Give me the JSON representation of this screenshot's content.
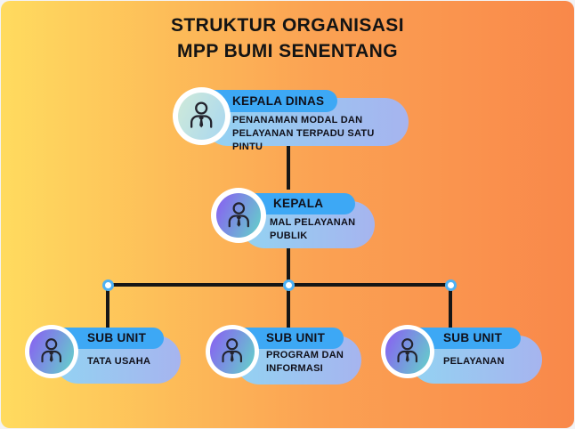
{
  "title": {
    "line1": "STRUKTUR ORGANISASI",
    "line2": "MPP BUMI SENENTANG"
  },
  "nodes": {
    "kepala_dinas": {
      "title": "KEPALA DINAS",
      "subtitle": "PENANAMAN MODAL DAN\nPELAYANAN TERPADU SATU PINTU"
    },
    "kepala_mpp": {
      "title": "KEPALA",
      "subtitle": "MAL PELAYANAN\nPUBLIK"
    },
    "sub_unit_tata_usaha": {
      "title": "SUB UNIT",
      "subtitle": "TATA USAHA"
    },
    "sub_unit_program_informasi": {
      "title": "SUB UNIT",
      "subtitle": "PROGRAM DAN\nINFORMASI"
    },
    "sub_unit_pelayanan": {
      "title": "SUB UNIT",
      "subtitle": "PELAYANAN"
    }
  },
  "icons": {
    "avatar": "person-icon"
  },
  "colors": {
    "background_start": "#ffdb5f",
    "background_mid": "#fba253",
    "background_end": "#f9884a",
    "title_text": "#141414",
    "node_text": "#10101a",
    "title_pill": "#3da8f5",
    "subtitle_pill_start": "#93d3f2",
    "subtitle_pill_end": "#a6b4ef",
    "avatar_green_start": "#cfead9",
    "avatar_green_end": "#a9d7f0",
    "avatar_purple_start": "#8a5cf3",
    "avatar_purple_end": "#63d4c9",
    "connector_line": "#161616",
    "junction_fill": "#ffffff",
    "junction_ring": "#4db1f4",
    "icon_stroke": "#23232d"
  }
}
